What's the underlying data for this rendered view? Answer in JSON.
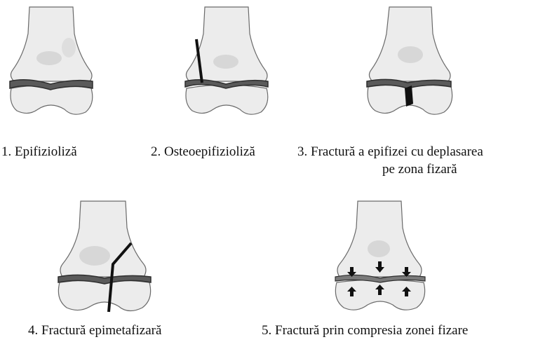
{
  "captions": {
    "c1": "1. Epifizioliză",
    "c2": "2. Osteoepifizioliză",
    "c3_line1": "3. Fractură a epifizei cu deplasarea",
    "c3_line2": "pe zona fizară",
    "c4": "4. Fractură epimetafizară",
    "c5": "5. Fractură prin compresia zonei fizare"
  },
  "colors": {
    "bone_fill": "#ececec",
    "bone_shade": "#c9c9c9",
    "outline": "#3a3a3a",
    "physis_line": "#2e2e2e",
    "fracture_line": "#111111",
    "text": "#111111"
  }
}
